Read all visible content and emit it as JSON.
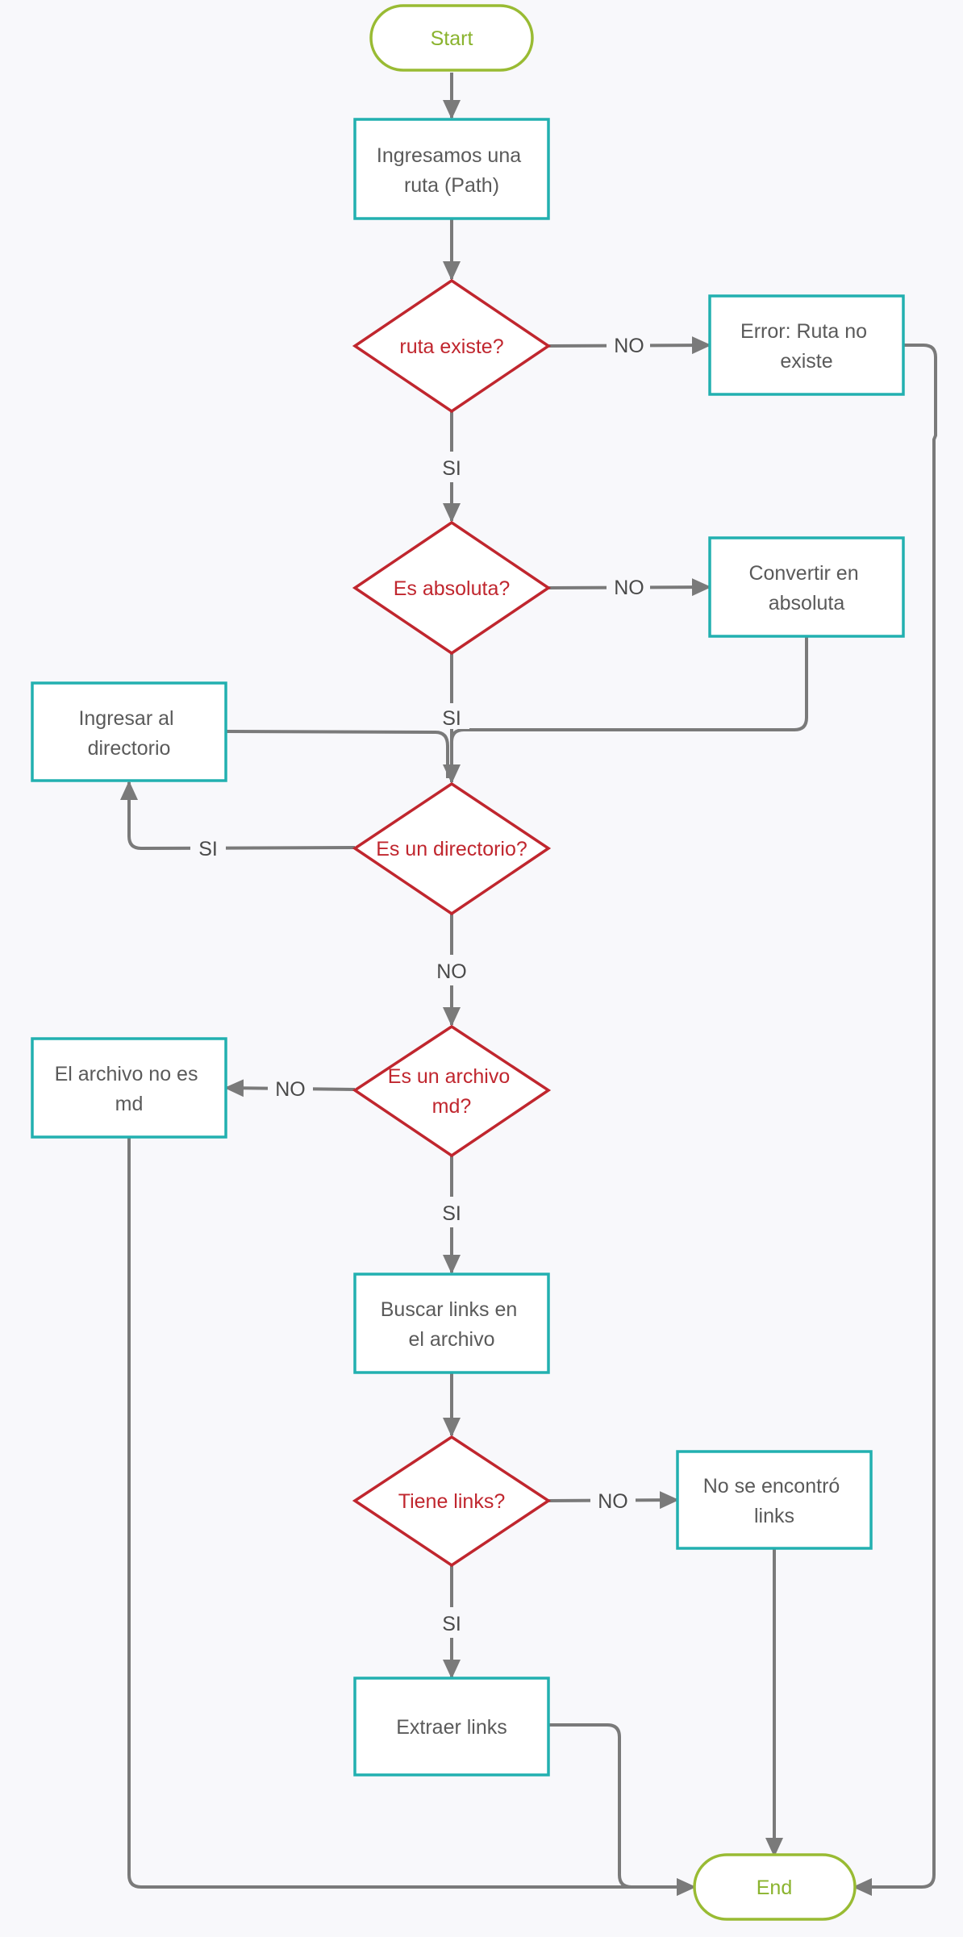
{
  "nodes": {
    "start": "Start",
    "ingresar_ruta": [
      "Ingresamos una",
      "ruta (Path)"
    ],
    "ruta_existe": [
      "ruta existe?"
    ],
    "error_ruta": [
      "Error: Ruta no",
      "existe"
    ],
    "es_absoluta": [
      "Es absoluta?"
    ],
    "convertir": [
      "Convertir en",
      "absoluta"
    ],
    "ingresar_dir": [
      "Ingresar al",
      "directorio"
    ],
    "es_directorio": [
      "Es un directorio?"
    ],
    "es_md": [
      "Es un archivo",
      "md?"
    ],
    "no_md": [
      "El archivo no es",
      "md"
    ],
    "buscar_links": [
      "Buscar links en",
      "el archivo"
    ],
    "tiene_links": [
      "Tiene links?"
    ],
    "no_links": [
      "No se encontró",
      "links"
    ],
    "extraer": [
      "Extraer links"
    ],
    "end": "End"
  },
  "edge_labels": {
    "ruta_no": "NO",
    "ruta_si": "SI",
    "abs_no": "NO",
    "abs_si": "SI",
    "dir_si": "SI",
    "dir_no": "NO",
    "md_no": "NO",
    "md_si": "SI",
    "links_no": "NO",
    "links_si": "SI"
  },
  "colors": {
    "process_border": "#22b0b0",
    "decision_border": "#c0262e",
    "terminal_border": "#99bb33",
    "connector": "#7a7a7a",
    "background": "#f8f8fb"
  }
}
